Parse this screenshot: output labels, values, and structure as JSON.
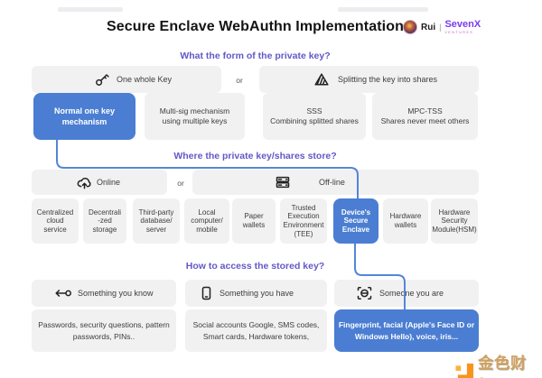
{
  "header": {
    "title": "Secure Enclave WebAuthn Implementation",
    "author": "Rui",
    "separator": "|",
    "brand": "SevenX",
    "brand_sub": "VENTURES"
  },
  "form_section": {
    "heading": "What the form of the private key?",
    "or_label": "or",
    "options": [
      {
        "icon": "key-icon",
        "label": "One whole Key"
      },
      {
        "icon": "split-triangle-icon",
        "label": "Splitting the key into shares"
      }
    ],
    "mechanisms": [
      {
        "label": "Normal one key\nmechanism",
        "highlighted": true
      },
      {
        "label": "Multi-sig mechanism\nusing multiple keys",
        "highlighted": false
      },
      {
        "label": "SSS\nCombining splitted shares",
        "highlighted": false
      },
      {
        "label": "MPC-TSS\nShares never meet others",
        "highlighted": false
      }
    ]
  },
  "store_section": {
    "heading": "Where the private key/shares store?",
    "or_label": "or",
    "online_label": "Online",
    "offline_label": "Off-line",
    "locations": [
      {
        "label": "Centralized\ncloud\nservice",
        "highlighted": false
      },
      {
        "label": "Decentrali\n-zed\nstorage",
        "highlighted": false
      },
      {
        "label": "Third-party\ndatabase/\nserver",
        "highlighted": false
      },
      {
        "label": "Local\ncomputer/\nmobile",
        "highlighted": false
      },
      {
        "label": "Paper\nwallets",
        "highlighted": false
      },
      {
        "label": "Trusted\nExecution\nEnvironment\n(TEE)",
        "highlighted": false
      },
      {
        "label": "Device's\nSecure\nEnclave",
        "highlighted": true
      },
      {
        "label": "Hardware\nwallets",
        "highlighted": false
      },
      {
        "label": "Hardware\nSecurity\nModule(HSM)",
        "highlighted": false
      }
    ]
  },
  "access_section": {
    "heading": "How to access the stored key?",
    "factors": [
      {
        "icon": "key-left-icon",
        "label": "Something you know"
      },
      {
        "icon": "phone-icon",
        "label": "Something you have"
      },
      {
        "icon": "face-scan-icon",
        "label": "Someone you are"
      }
    ],
    "examples": [
      {
        "label": "Passwords, security questions, pattern\npasswords, PINs..",
        "highlighted": false
      },
      {
        "label": "Social accounts Google, SMS codes,\nSmart cards, Hardware tokens,",
        "highlighted": false
      },
      {
        "label": "Fingerprint, facial (Apple's Face ID or\nWindows Hello), voice, iris...",
        "highlighted": true
      }
    ]
  },
  "watermark": {
    "text": "金色财经"
  },
  "colors": {
    "heading_purple": "#6358c8",
    "highlight_blue": "#4b7ed2",
    "connector_blue": "#5486d8",
    "box_gray": "#f1f1f2",
    "watermark_gold": "#cfa263"
  }
}
